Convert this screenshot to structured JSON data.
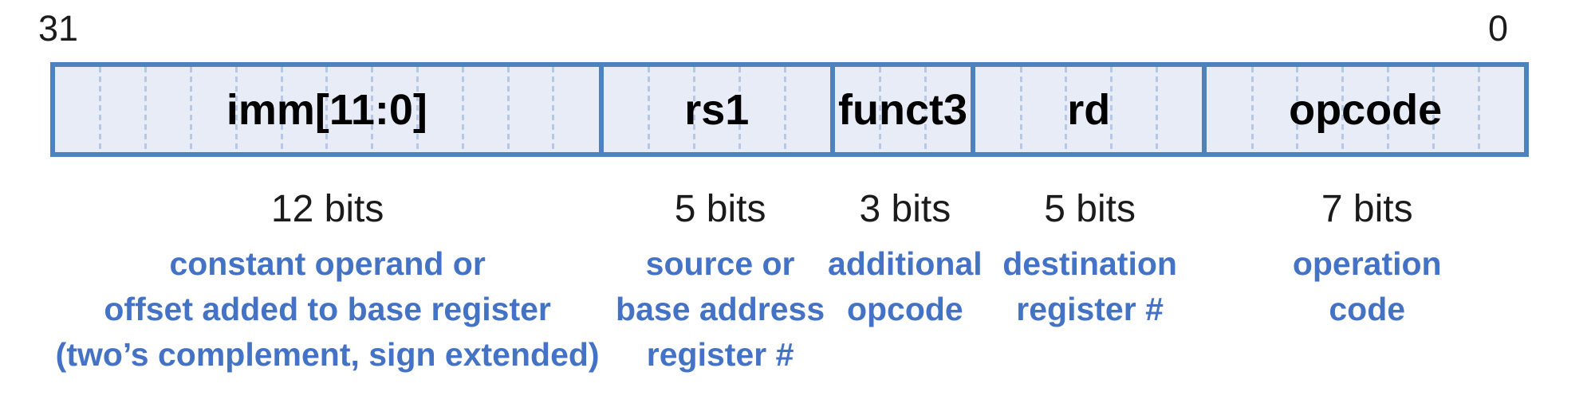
{
  "diagram": {
    "kind": "instruction-bit-field-format",
    "total_bits": 32,
    "bit_index": {
      "high": "31",
      "low": "0"
    },
    "colors": {
      "box_border": "#4f81bd",
      "box_fill": "#e8ecf6",
      "bit_divider": "#b6c8e4",
      "description_text": "#4472c4",
      "label_text": "#000000"
    },
    "fields": [
      {
        "name": "imm[11:0]",
        "bits": 12,
        "width_label": "12 bits",
        "description_lines": [
          "constant operand or",
          "offset added to base register",
          "(two’s complement, sign extended)"
        ]
      },
      {
        "name": "rs1",
        "bits": 5,
        "width_label": "5 bits",
        "description_lines": [
          "source or",
          "base address",
          "register #"
        ]
      },
      {
        "name": "funct3",
        "bits": 3,
        "width_label": "3 bits",
        "description_lines": [
          "additional",
          "opcode"
        ]
      },
      {
        "name": "rd",
        "bits": 5,
        "width_label": "5 bits",
        "description_lines": [
          "destination",
          "register #"
        ]
      },
      {
        "name": "opcode",
        "bits": 7,
        "width_label": "7 bits",
        "description_lines": [
          "operation",
          "code"
        ]
      }
    ]
  }
}
